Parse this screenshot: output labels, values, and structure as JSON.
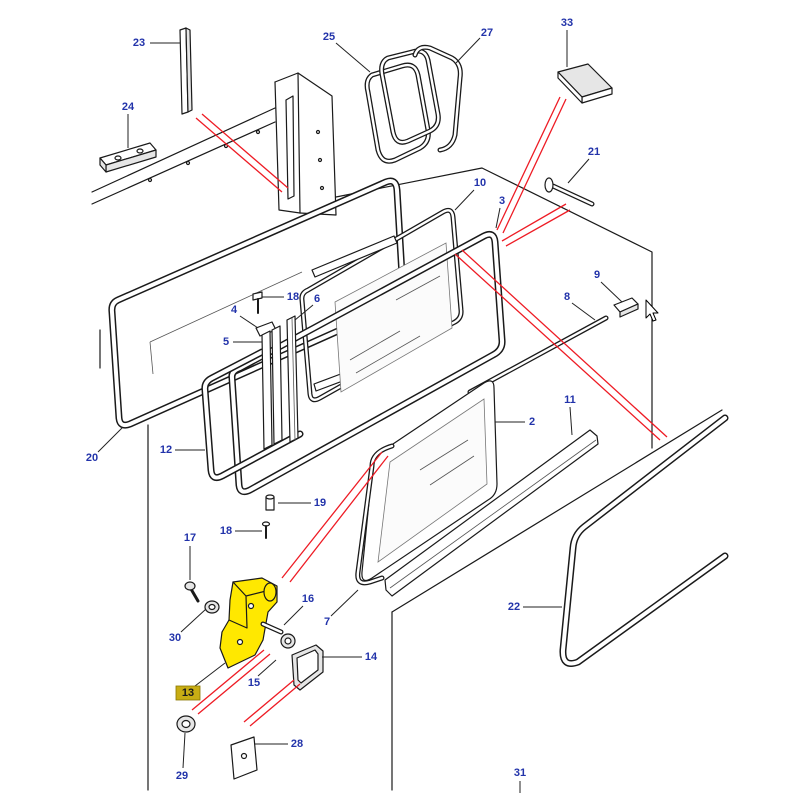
{
  "colors": {
    "label": "#2233aa",
    "leader": "#222222",
    "connector": "#ee1c25",
    "outline": "#1a1a1a",
    "highlight": "#ffe800",
    "highlight_label_box": "#c8ad14"
  },
  "icons": {
    "pointer": "mouse-pointer-icon"
  },
  "callouts": {
    "c23": "23",
    "c25": "25",
    "c27": "27",
    "c33": "33",
    "c24": "24",
    "c21": "21",
    "c10": "10",
    "c3": "3",
    "c18a": "18",
    "c6": "6",
    "c4": "4",
    "c5": "5",
    "c9": "9",
    "c8": "8",
    "c20": "20",
    "c12": "12",
    "c2": "2",
    "c11": "11",
    "c19": "19",
    "c18b": "18",
    "c17": "17",
    "c16": "16",
    "c30": "30",
    "c14": "14",
    "c7": "7",
    "c13": "13",
    "c15": "15",
    "c22": "22",
    "c28": "28",
    "c29": "29",
    "c31": "31"
  }
}
